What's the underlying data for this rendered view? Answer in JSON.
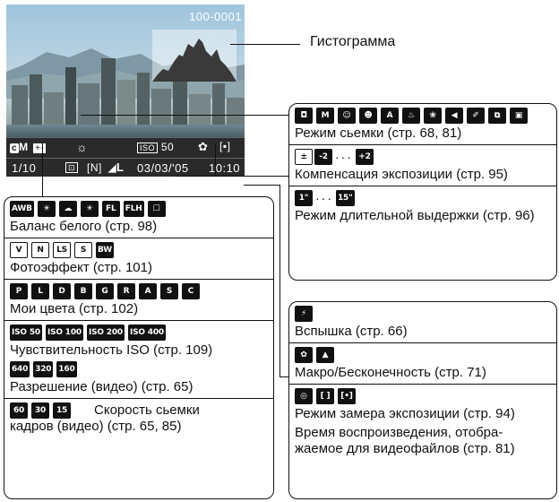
{
  "screen": {
    "file_number": "100-0001",
    "mode_text": "M",
    "wb_sign": "+-",
    "iso_value": "50",
    "iso_tag": "ISO",
    "frame_count": "1/10",
    "resolution_text": "L",
    "date": "03/03/'05",
    "time": "10:10"
  },
  "histogram_label": "Гистограмма",
  "left_box": {
    "white_balance": {
      "icons": [
        "AWB",
        "☀",
        "☁",
        "☀",
        "FL",
        "FLH",
        "☐"
      ],
      "label": "Баланс белого (стр. 98)"
    },
    "photo_effect": {
      "icons": [
        "V",
        "N",
        "LS",
        "S",
        "BW"
      ],
      "label": "Фотоэффект (стр. 101)"
    },
    "my_colors": {
      "icons": [
        "P",
        "L",
        "D",
        "B",
        "G",
        "R",
        "A",
        "S",
        "C"
      ],
      "label": "Мои цвета (стр. 102)"
    },
    "iso": {
      "icons": [
        "ISO 50",
        "ISO 100",
        "ISO 200",
        "ISO 400"
      ],
      "label": "Чувствительность ISO (стр. 109)"
    },
    "movie_res": {
      "icons": [
        "640",
        "320",
        "160"
      ],
      "label": "Разрешение (видео) (стр. 65)"
    },
    "frame_rate": {
      "icons": [
        "60",
        "30",
        "15"
      ],
      "label_line1": "Скорость сьемки",
      "label_line2": "кадров (видео) (стр. 65, 85)"
    }
  },
  "right_top_box": {
    "shooting_mode": {
      "icons": [
        "◘",
        "M",
        "☺",
        "☻",
        "A",
        "♨",
        "❀",
        "◀",
        "✐",
        "⧉",
        "▣"
      ],
      "label": "Режим сьемки (стр. 68, 81)"
    },
    "exposure_comp": {
      "icon_start": "±",
      "icon_from": "-2",
      "dots": "···",
      "icon_to": "+2",
      "label": "Компенсация экспозиции (стр. 95)"
    },
    "long_shutter": {
      "icon_from": "1\"",
      "dots": "···",
      "icon_to": "15\"",
      "label": "Режим длительной выдержки (стр. 96)"
    }
  },
  "right_bottom_box": {
    "flash": {
      "icons": [
        "⚡"
      ],
      "label": "Вспышка (стр. 66)"
    },
    "macro": {
      "icons": [
        "✿",
        "▲"
      ],
      "label": "Макро/Бесконечность (стр. 71)"
    },
    "metering": {
      "icons": [
        "◎",
        "[ ]",
        "[•]"
      ],
      "label": "Режим замера экспозиции (стр. 94)",
      "note_line1": "Время воспроизведения, отобра-",
      "note_line2": "жаемое для видеофайлов (стр. 81)"
    }
  }
}
